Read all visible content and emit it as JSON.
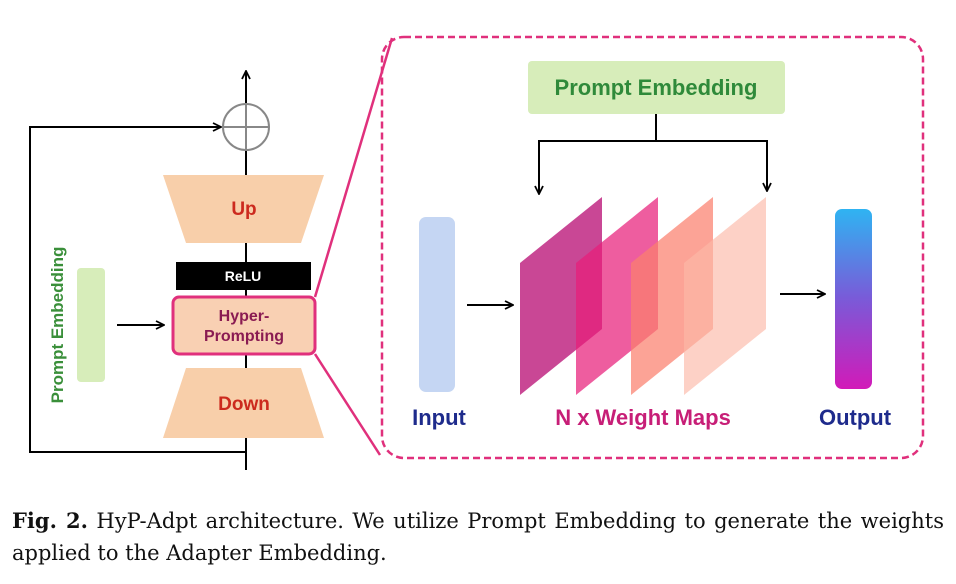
{
  "left": {
    "up_label": "Up",
    "relu_label": "ReLU",
    "hyper_line1": "Hyper-",
    "hyper_line2": "Prompting",
    "down_label": "Down",
    "side_label": "Prompt Embedding"
  },
  "right": {
    "top_label": "Prompt Embedding",
    "input_label": "Input",
    "maps_label": "N x Weight Maps",
    "output_label": "Output"
  },
  "caption": {
    "label": "Fig. 2.",
    "text": " HyP-Adpt architecture. We utilize Prompt Embedding to generate the weights applied to the Adapter Embedding."
  },
  "colors": {
    "trapezoid": "#f8cfaa",
    "up_text": "#cc2a1e",
    "relu_bg": "#000000",
    "hyper_bg": "#f9d0b3",
    "hyper_border": "#e0307c",
    "hyper_text": "#8a1b52",
    "embed_green": "#d7edba",
    "embed_text": "#3a8f3a",
    "input_bar": "#c5d6f3",
    "dark_blue": "#1e2b8c",
    "magenta": "#c71e77",
    "dashed_border": "#e0307c"
  }
}
